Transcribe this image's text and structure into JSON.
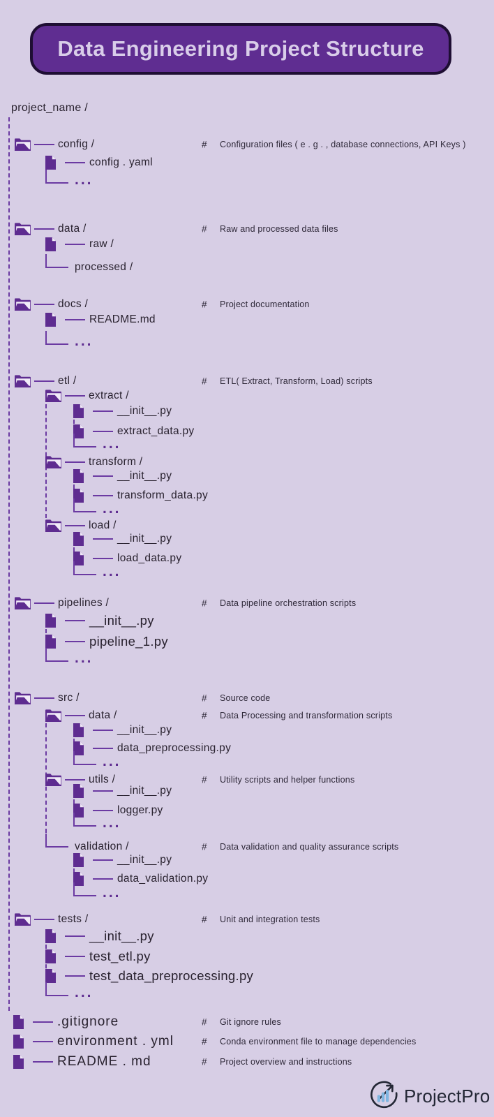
{
  "title": "Data Engineering Project Structure",
  "hash": "#",
  "tree": {
    "rows": [
      {
        "icon": "none",
        "label": "project_name /"
      },
      {
        "icon": "folder",
        "label": "config /",
        "comment": "Configuration files ( e . g . , database connections, API Keys )"
      },
      {
        "icon": "file",
        "label": "config . yaml"
      },
      {
        "icon": "corner-dots",
        "label": "..."
      },
      {
        "icon": "folder",
        "label": "data /",
        "comment": "Raw and processed data files"
      },
      {
        "icon": "file",
        "label": "raw /"
      },
      {
        "icon": "corner",
        "label": "processed /"
      },
      {
        "icon": "folder",
        "label": "docs /",
        "comment": "Project documentation"
      },
      {
        "icon": "file",
        "label": "README.md"
      },
      {
        "icon": "corner-dots",
        "label": "..."
      },
      {
        "icon": "folder",
        "label": "etl /",
        "comment": "ETL( Extract, Transform, Load) scripts"
      },
      {
        "icon": "folder",
        "label": "extract /"
      },
      {
        "icon": "file",
        "label": "__init__.py"
      },
      {
        "icon": "file",
        "label": "extract_data.py"
      },
      {
        "icon": "corner-dots",
        "label": "..."
      },
      {
        "icon": "folder",
        "label": "transform /"
      },
      {
        "icon": "file",
        "label": "__init__.py"
      },
      {
        "icon": "file",
        "label": "transform_data.py"
      },
      {
        "icon": "corner-dots",
        "label": "..."
      },
      {
        "icon": "folder",
        "label": "load /"
      },
      {
        "icon": "file",
        "label": "__init__.py"
      },
      {
        "icon": "file",
        "label": "load_data.py"
      },
      {
        "icon": "corner-dots",
        "label": "..."
      },
      {
        "icon": "folder",
        "label": "pipelines /",
        "comment": "Data pipeline orchestration scripts"
      },
      {
        "icon": "file",
        "label": "__init__.py"
      },
      {
        "icon": "file",
        "label": "pipeline_1.py"
      },
      {
        "icon": "corner-dots",
        "label": "..."
      },
      {
        "icon": "folder",
        "label": "src /",
        "comment": "Source code"
      },
      {
        "icon": "folder",
        "label": "data /",
        "comment": "Data Processing and transformation scripts"
      },
      {
        "icon": "file",
        "label": "__init__.py"
      },
      {
        "icon": "file",
        "label": "data_preprocessing.py"
      },
      {
        "icon": "corner-dots",
        "label": "..."
      },
      {
        "icon": "folder",
        "label": "utils /",
        "comment": "Utility scripts and helper functions"
      },
      {
        "icon": "file",
        "label": "__init__.py"
      },
      {
        "icon": "file",
        "label": "logger.py"
      },
      {
        "icon": "corner-dots",
        "label": "..."
      },
      {
        "icon": "corner",
        "label": "validation /",
        "comment": "Data validation and quality assurance scripts"
      },
      {
        "icon": "file",
        "label": "__init__.py"
      },
      {
        "icon": "file",
        "label": "data_validation.py"
      },
      {
        "icon": "corner-dots",
        "label": "..."
      },
      {
        "icon": "folder",
        "label": "tests /",
        "comment": "Unit and integration tests"
      },
      {
        "icon": "file",
        "label": "__init__.py"
      },
      {
        "icon": "file",
        "label": "test_etl.py"
      },
      {
        "icon": "file",
        "label": "test_data_preprocessing.py"
      },
      {
        "icon": "corner-dots",
        "label": "..."
      },
      {
        "icon": "file",
        "label": ".gitignore",
        "comment": "Git ignore rules"
      },
      {
        "icon": "file",
        "label": "environment . yml",
        "comment": "Conda environment file to manage dependencies"
      },
      {
        "icon": "file",
        "label": "README . md",
        "comment": "Project overview and instructions"
      }
    ]
  },
  "footer": {
    "brand": "ProjectPro"
  },
  "colors": {
    "background": "#d7cee5",
    "title_fill": "#5f2d91",
    "title_border": "#1e0e33",
    "title_text": "#d9cde9",
    "icon_purple": "#5e2c90",
    "line_purple": "#6b3aa2",
    "tree_text": "#29222f",
    "comment_text": "#2e2838",
    "logo_bars_blue": "#7fb5e0",
    "logo_dark": "#232735"
  }
}
